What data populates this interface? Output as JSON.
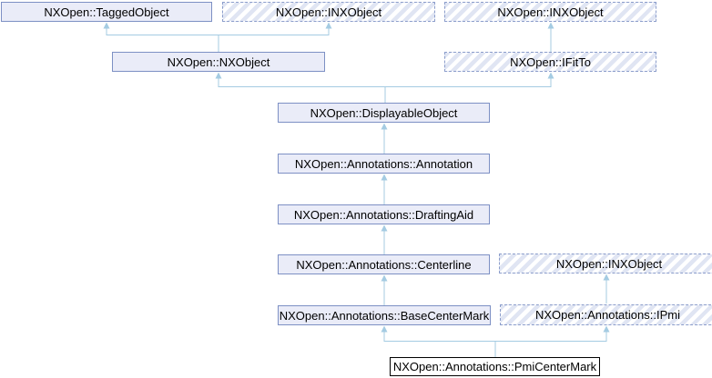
{
  "diagram": {
    "kind": "inheritance-graph",
    "colors": {
      "class_box_fill": "#eaecf8",
      "class_box_border": "#7d90c4",
      "interface_hatch": "#e0e5f3",
      "interface_border": "#8b9dcb",
      "edge_line": "#a4cbe2",
      "focus_box_border": "#000000",
      "focus_box_fill": "#ffffff"
    },
    "nodes": [
      {
        "label": "NXOpen::TaggedObject",
        "type": "class"
      },
      {
        "label": "NXOpen::INXObject",
        "type": "interface"
      },
      {
        "label": "NXOpen::INXObject",
        "type": "interface"
      },
      {
        "label": "NXOpen::NXObject",
        "type": "class"
      },
      {
        "label": "NXOpen::IFitTo",
        "type": "interface"
      },
      {
        "label": "NXOpen::DisplayableObject",
        "type": "class"
      },
      {
        "label": "NXOpen::Annotations::Annotation",
        "type": "class"
      },
      {
        "label": "NXOpen::Annotations::DraftingAid",
        "type": "class"
      },
      {
        "label": "NXOpen::Annotations::Centerline",
        "type": "class"
      },
      {
        "label": "NXOpen::INXObject",
        "type": "interface"
      },
      {
        "label": "NXOpen::Annotations::BaseCenterMark",
        "type": "class"
      },
      {
        "label": "NXOpen::Annotations::IPmi",
        "type": "interface"
      },
      {
        "label": "NXOpen::Annotations::PmiCenterMark",
        "type": "current-class"
      }
    ]
  }
}
